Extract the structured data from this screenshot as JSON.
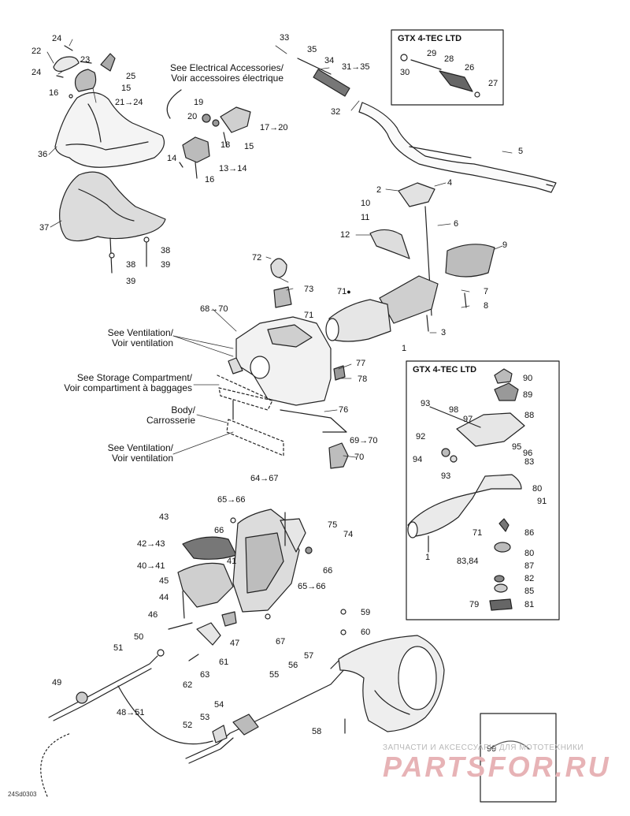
{
  "notes": {
    "electrical": [
      "See Electrical Accessories/",
      "Voir accessoires électrique"
    ],
    "ventilation_top": [
      "See Ventilation/",
      "Voir ventilation"
    ],
    "storage": [
      "See Storage Compartment/",
      "Voir compartiment à baggages"
    ],
    "body": [
      "Body/",
      "Carrosserie"
    ],
    "ventilation_bottom": [
      "See Ventilation/",
      "Voir ventilation"
    ]
  },
  "boxes": {
    "gtx_top": "GTX 4-TEC LTD",
    "gtx_right": "GTX 4-TEC LTD"
  },
  "drawing_code": "24Sd0303",
  "watermark": {
    "small": "ЗАПЧАСТИ И АКСЕССУАРЫ ДЛЯ МОТОТЕХНИКИ",
    "big": "PARTSFOR.RU"
  },
  "callouts": [
    "24",
    "22",
    "23",
    "25",
    "24",
    "15",
    "16",
    "21→24",
    "19",
    "20",
    "18",
    "15",
    "17→20",
    "14",
    "13→14",
    "16",
    "36",
    "37",
    "38",
    "39",
    "38",
    "39",
    "33",
    "35",
    "34",
    "31→35",
    "32",
    "29",
    "28",
    "26",
    "30",
    "27",
    "5",
    "2",
    "4",
    "10",
    "11",
    "12",
    "6",
    "9",
    "7",
    "8",
    "72",
    "73",
    "3",
    "71",
    "71",
    "1",
    "68→70",
    "77",
    "78",
    "76",
    "69→70",
    "70",
    "90",
    "89",
    "98",
    "97",
    "88",
    "93",
    "92",
    "94",
    "95",
    "96",
    "83",
    "93",
    "80",
    "91",
    "1",
    "71",
    "86",
    "80",
    "83,84",
    "87",
    "82",
    "85",
    "79",
    "81",
    "64→67",
    "65→66",
    "66",
    "43",
    "42→43",
    "75",
    "74",
    "66",
    "40→41",
    "41",
    "45",
    "65→66",
    "44",
    "46",
    "47",
    "50",
    "61",
    "51",
    "63",
    "62",
    "67",
    "59",
    "60",
    "57",
    "56",
    "49",
    "55",
    "48→51",
    "54",
    "53",
    "52",
    "58",
    "99"
  ]
}
